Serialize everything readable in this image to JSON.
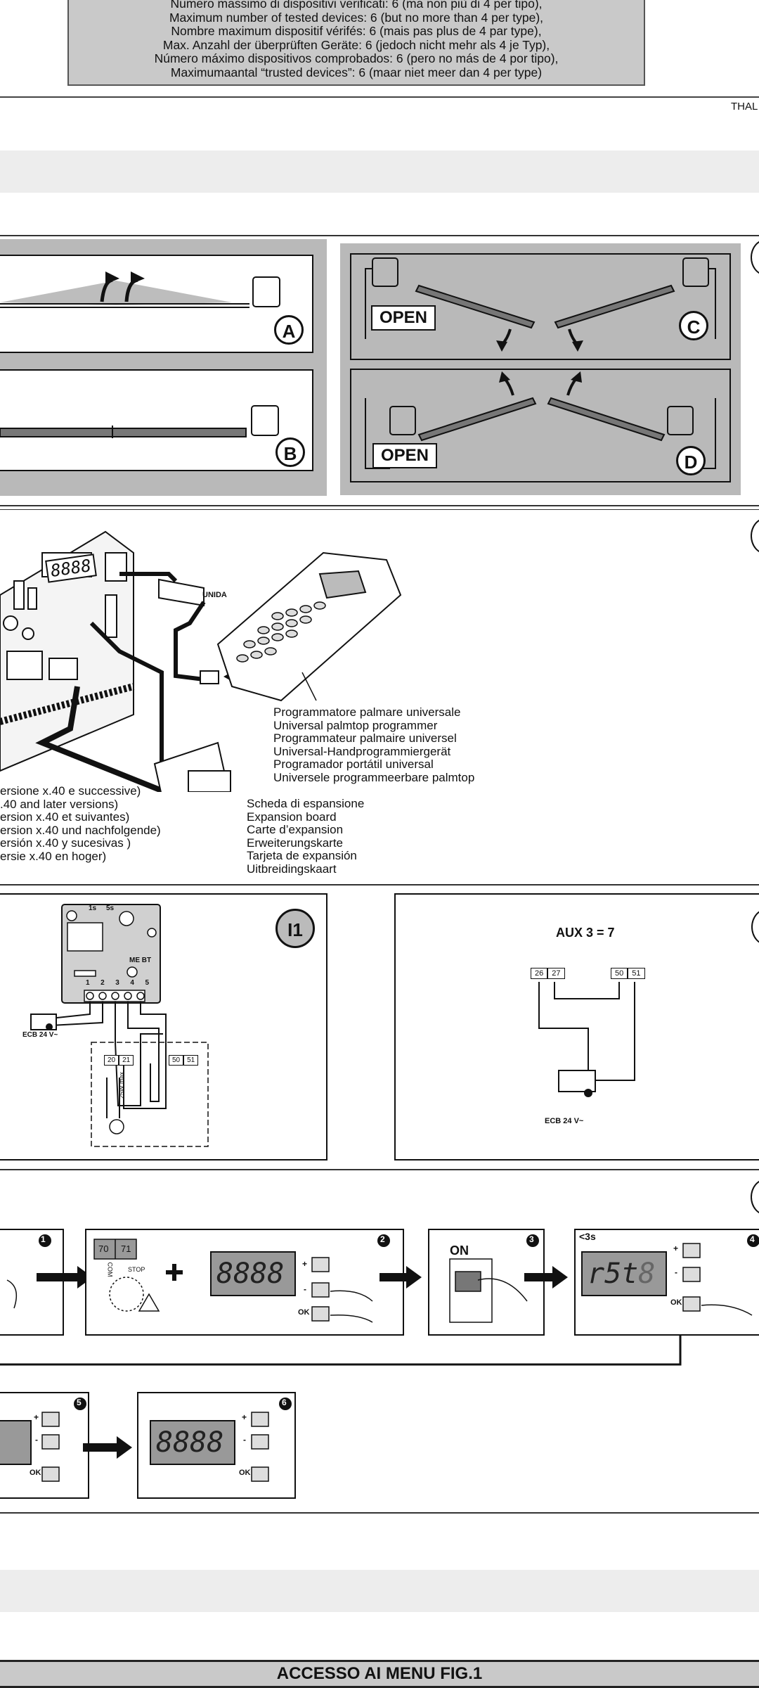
{
  "spec_box": {
    "lines": [
      "Numero massimo di dispositivi verificati: 6 (ma non più di 4 per tipo),",
      "Maximum number of tested devices: 6 (but no more than 4 per type),",
      "Nombre maximum dispositif vérifés: 6 (mais pas plus de 4 par type),",
      "Max. Anzahl der überprüften Geräte: 6 (jedoch nicht mehr als 4 je Typ),",
      "Número máximo dispositivos comprobados: 6 (pero no más de 4 por tipo),",
      "Maximumaantal “trusted devices”: 6 (maar niet meer dan 4 per type)"
    ]
  },
  "header_right": "THAL",
  "panel_gates": {
    "letters": [
      "A",
      "B",
      "C",
      "D"
    ],
    "open_label": "OPEN"
  },
  "panel_programmer": {
    "unida_label": "UNIDA",
    "display_digits": "8888",
    "programmer_lines": [
      "Programmatore palmare universale",
      "Universal palmtop programmer",
      "Programmateur palmaire universel",
      "Universal-Handprogrammiergerät",
      "Programador portátil universal",
      "Universele programmeerbare palmtop"
    ],
    "version_lines": [
      "ersione x.40 e successive)",
      ".40 and later versions)",
      "ersion x.40 et suivantes)",
      "ersion x.40 und nachfolgende)",
      "ersión x.40 y sucesivas )",
      "ersie x.40 en hoger)"
    ],
    "expansion_lines": [
      "Scheda di espansione",
      "Expansion board",
      "Carte d’expansion",
      "Erweiterungskarte",
      "Tarjeta de expansión",
      "Uitbreidingskaart"
    ]
  },
  "panel_i1": {
    "badge": "I1",
    "timers": [
      "1s",
      "5s"
    ],
    "me_bt": "ME BT",
    "terminals": [
      "1",
      "2",
      "3",
      "4",
      "5"
    ],
    "ecb_label": "ECB 24 V~",
    "terminal_pair_a": [
      "20",
      "21"
    ],
    "terminal_pair_b": [
      "50",
      "51"
    ],
    "lamp_label": "25W max."
  },
  "panel_aux": {
    "title": "AUX 3 = 7",
    "terminal_pair_a": [
      "26",
      "27"
    ],
    "terminal_pair_b": [
      "50",
      "51"
    ],
    "ecb_label": "ECB 24 V~"
  },
  "panel_steps": {
    "step_numbers": [
      "1",
      "2",
      "3",
      "4",
      "5",
      "6"
    ],
    "term_70": "70",
    "term_71": "71",
    "com_label": "COM",
    "stop_label": "STOP",
    "display_8888": "8888",
    "on_label": "ON",
    "lt3s_label": "<3s",
    "rst_display": "r5t",
    "rst_last": "8",
    "ok_label": "OK",
    "plus_label": "+",
    "minus_label": "-"
  },
  "footer": {
    "title": "ACCESSO AI MENU FIG.1"
  }
}
